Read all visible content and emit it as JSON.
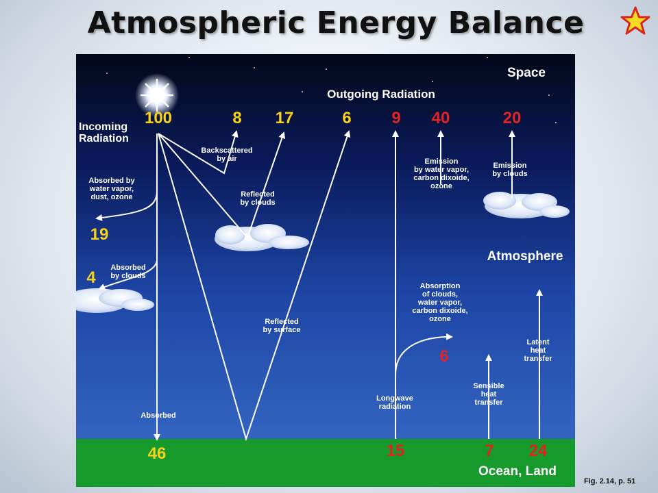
{
  "title": "Atmospheric Energy Balance",
  "figure_ref": "Fig. 2.14, p. 51",
  "icons": {
    "star": "star-icon",
    "sun": "sun-icon",
    "cloud": "cloud-icon"
  },
  "colors": {
    "yellow_values": "#f6d21a",
    "red_values": "#e02323",
    "ground": "#169a2c"
  },
  "regions": {
    "space": "Space",
    "atmosphere": "Atmosphere",
    "ground": "Ocean, Land"
  },
  "headers": {
    "outgoing": "Outgoing Radiation",
    "incoming": "Incoming\nRadiation"
  },
  "values": {
    "incoming": "100",
    "backscattered": "8",
    "reflected_clouds": "17",
    "reflected_surface": "6",
    "surface_emission_space": "9",
    "emission_vapor": "40",
    "emission_clouds": "20",
    "absorbed_vapor": "19",
    "absorbed_clouds": "4",
    "absorbed_surface": "46",
    "longwave": "15",
    "absorption_atm": "6",
    "sensible": "7",
    "latent": "24"
  },
  "labels": {
    "backscattered": "Backscattered\nby air",
    "reflected_clouds": "Reflected\nby clouds",
    "absorbed_vapor": "Absorbed by\nwater vapor,\ndust, ozone",
    "absorbed_clouds": "Absorbed\nby clouds",
    "emission_vapor": "Emission\nby water vapor,\ncarbon dixoide,\nozone",
    "emission_clouds": "Emission\nby clouds",
    "reflected_surface": "Reflected\nby surface",
    "absorption": "Absorption\nof clouds,\nwater vapor,\ncarbon dixoide,\nozone",
    "sensible": "Sensible\nheat\ntransfer",
    "latent": "Latent\nheat\ntransfer",
    "longwave": "Longwave\nradiation",
    "absorbed": "Absorbed"
  }
}
